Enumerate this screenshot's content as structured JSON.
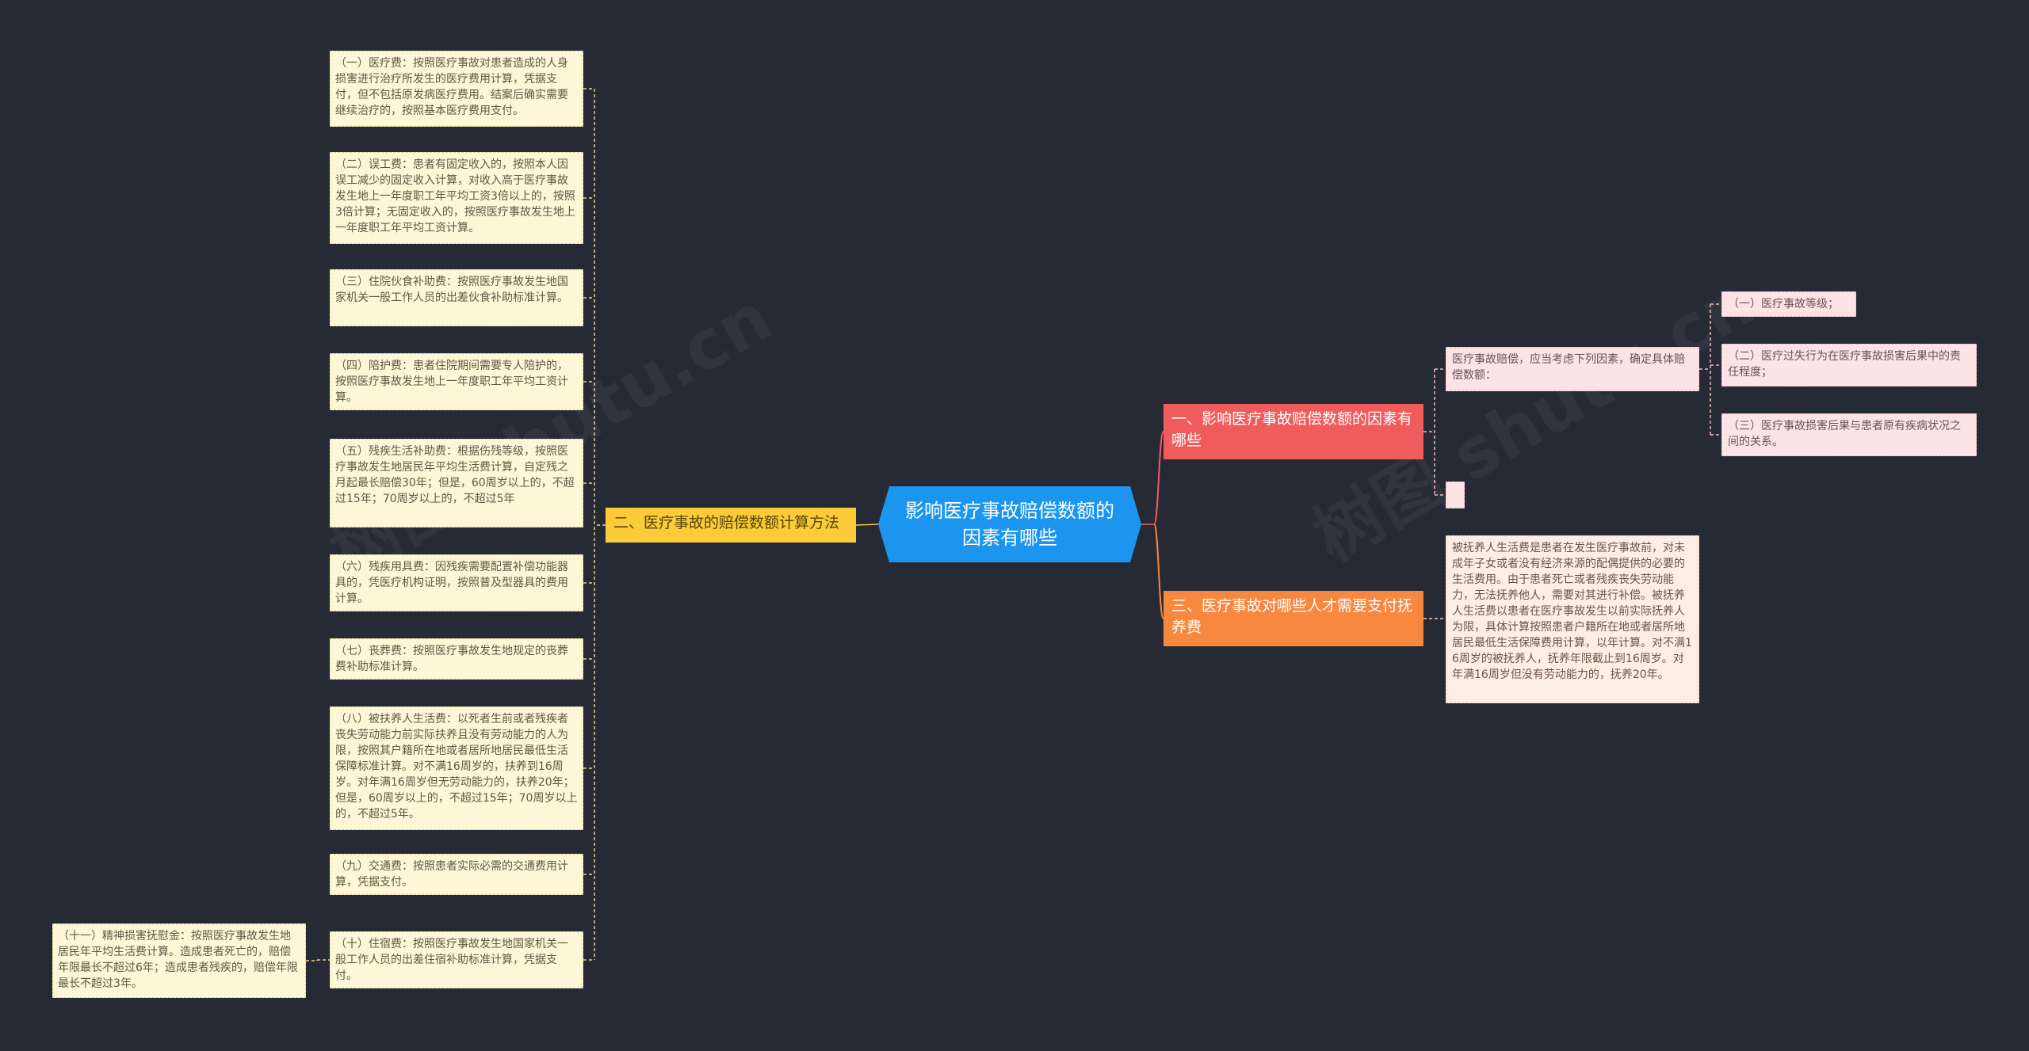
{
  "center": {
    "label": "影响医疗事故赔偿数额的因素有哪些"
  },
  "watermark": {
    "text": "树图 shutu.cn"
  },
  "branches": {
    "left": {
      "label": "二、医疗事故的赔偿数额计算方法"
    },
    "right1": {
      "label": "一、影响医疗事故赔偿数额的因素有哪些"
    },
    "right3": {
      "label": "三、医疗事故对哪些人才需要支付抚养费"
    }
  },
  "left_items": [
    "（一）医疗费：按照医疗事故对患者造成的人身损害进行治疗所发生的医疗费用计算，凭据支付，但不包括原发病医疗费用。结案后确实需要继续治疗的，按照基本医疗费用支付。",
    "（二）误工费：患者有固定收入的，按照本人因误工减少的固定收入计算，对收入高于医疗事故发生地上一年度职工年平均工资3倍以上的，按照3倍计算；无固定收入的，按照医疗事故发生地上一年度职工年平均工资计算。",
    "（三）住院伙食补助费：按照医疗事故发生地国家机关一般工作人员的出差伙食补助标准计算。",
    "（四）陪护费：患者住院期间需要专人陪护的，按照医疗事故发生地上一年度职工年平均工资计算。",
    "（五）残疾生活补助费：根据伤残等级，按照医疗事故发生地居民年平均生活费计算，自定残之月起最长赔偿30年；但是，60周岁以上的，不超过15年；70周岁以上的，不超过5年",
    "（六）残疾用具费：因残疾需要配置补偿功能器具的，凭医疗机构证明，按照普及型器具的费用计算。",
    "（七）丧葬费：按照医疗事故发生地规定的丧葬费补助标准计算。",
    "（八）被扶养人生活费：以死者生前或者残疾者丧失劳动能力前实际扶养且没有劳动能力的人为限，按照其户籍所在地或者居所地居民最低生活保障标准计算。对不满16周岁的，扶养到16周岁。对年满16周岁但无劳动能力的，扶养20年；但是，60周岁以上的，不超过15年；70周岁以上的，不超过5年。",
    "（九）交通费：按照患者实际必需的交通费用计算，凭据支付。",
    "（十）住宿费：按照医疗事故发生地国家机关一般工作人员的出差住宿补助标准计算，凭据支付。"
  ],
  "far_left_item": "（十一）精神损害抚慰金：按照医疗事故发生地居民年平均生活费计算。造成患者死亡的，赔偿年限最长不超过6年；造成患者残疾的，赔偿年限最长不超过3年。",
  "right1_children": {
    "intro": "医疗事故赔偿，应当考虑下列因素，确定具体赔偿数额：",
    "empty": "",
    "factors": [
      "（一）医疗事故等级；",
      "（二）医疗过失行为在医疗事故损害后果中的责任程度；",
      "（三）医疗事故损害后果与患者原有疾病状况之间的关系。"
    ]
  },
  "right3_children": {
    "text": "被抚养人生活费是患者在发生医疗事故前，对未成年子女或者没有经济来源的配偶提供的必要的生活费用。由于患者死亡或者残疾丧失劳动能力，无法抚养他人，需要对其进行补偿。被抚养人生活费以患者在医疗事故发生以前实际抚养人为限，具体计算按照患者户籍所在地或者居所地居民最低生活保障费用计算，以年计算。对不满16周岁的被抚养人，抚养年限截止到16周岁。对年满16周岁但没有劳动能力的，抚养20年。"
  },
  "colors": {
    "background": "#262a35",
    "center": "#1b95ee",
    "left_branch": "#fbcb39",
    "red_branch": "#f05b5c",
    "orange_branch": "#f8873f",
    "leaf": "#fdf7d8",
    "pink_leaf": "#fde3e6",
    "peach_leaf": "#fdeee5"
  }
}
